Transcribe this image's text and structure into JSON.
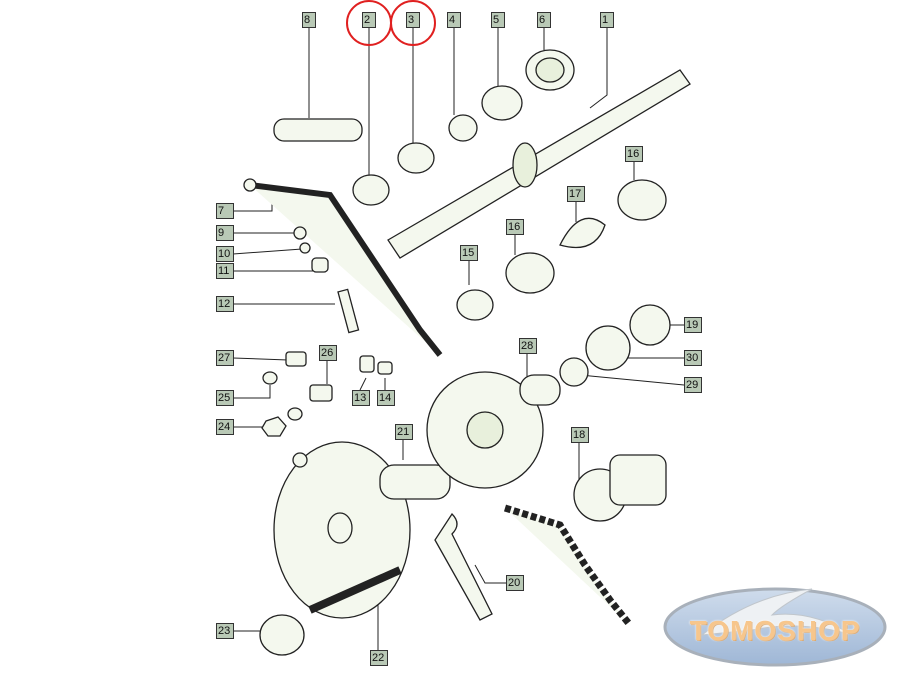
{
  "diagram": {
    "title": "Kickstart and transmission shaft exploded view",
    "part_labels": [
      "8",
      "2",
      "3",
      "4",
      "5",
      "6",
      "1",
      "16",
      "17",
      "16",
      "15",
      "7",
      "9",
      "10",
      "11",
      "12",
      "27",
      "26",
      "25",
      "24",
      "13",
      "14",
      "21",
      "28",
      "18",
      "19",
      "30",
      "29",
      "20",
      "23",
      "22"
    ],
    "highlighted_labels": [
      "2",
      "3"
    ],
    "highlight_color": "#e02020",
    "label_fill": "#b9c9b6",
    "part_tint": "#e8f0dc"
  },
  "logo": {
    "text": "TOMOSHOP"
  }
}
